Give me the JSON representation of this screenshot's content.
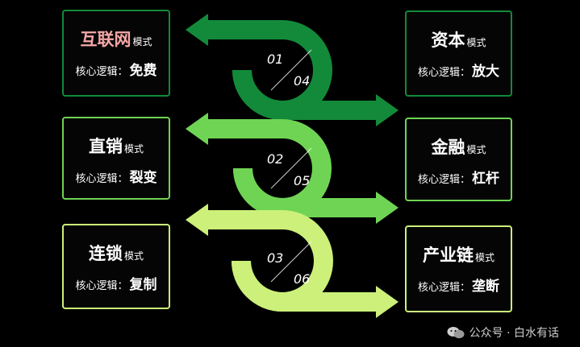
{
  "colors": {
    "dark_green": "#138a3a",
    "mid_green": "#6fd454",
    "light_green": "#ccf07a",
    "title_pink": "#f6a7a7"
  },
  "cards": [
    {
      "title": "互联网",
      "suffix": "模式",
      "core_label": "核心逻辑：",
      "core_value": "免费"
    },
    {
      "title": "直销",
      "suffix": "模式",
      "core_label": "核心逻辑：",
      "core_value": "裂变"
    },
    {
      "title": "连锁",
      "suffix": "模式",
      "core_label": "核心逻辑：",
      "core_value": "复制"
    },
    {
      "title": "资本",
      "suffix": "模式",
      "core_label": "核心逻辑：",
      "core_value": "放大"
    },
    {
      "title": "金融",
      "suffix": "模式",
      "core_label": "核心逻辑：",
      "core_value": "杠杆"
    },
    {
      "title": "产业链",
      "suffix": "模式",
      "core_label": "核心逻辑：",
      "core_value": "垄断"
    }
  ],
  "loops": [
    {
      "top_num": "01",
      "bottom_num": "04"
    },
    {
      "top_num": "02",
      "bottom_num": "05"
    },
    {
      "top_num": "03",
      "bottom_num": "06"
    }
  ],
  "watermark": {
    "text": "公众号 · 白水有话",
    "icon": "wechat-icon"
  }
}
